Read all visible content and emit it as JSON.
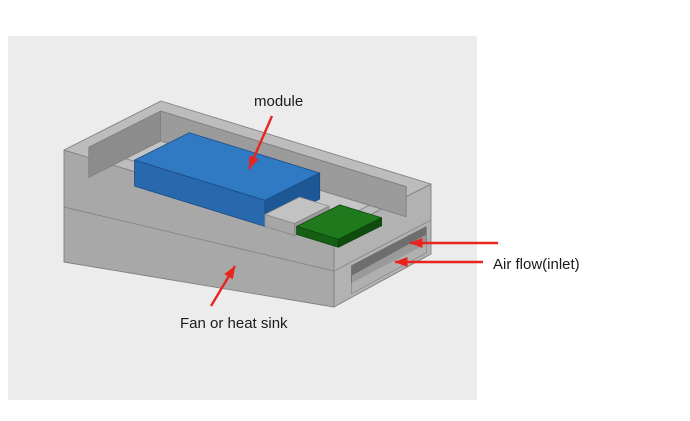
{
  "canvas": {
    "bg_color": "#ececec"
  },
  "diagram": {
    "labels": {
      "module": "module",
      "fan_or_heat_sink": "Fan or heat sink",
      "air_flow_inlet": "Air flow(inlet)"
    },
    "colors": {
      "arrow_red": "#e8251d",
      "module_blue_top": "#2f7ac2",
      "module_blue_front": "#2868ad",
      "module_blue_side": "#1d5795",
      "chip_green_top": "#1e7a1c",
      "chip_green_front": "#156014",
      "chip_green_side": "#0f4d0f"
    }
  }
}
